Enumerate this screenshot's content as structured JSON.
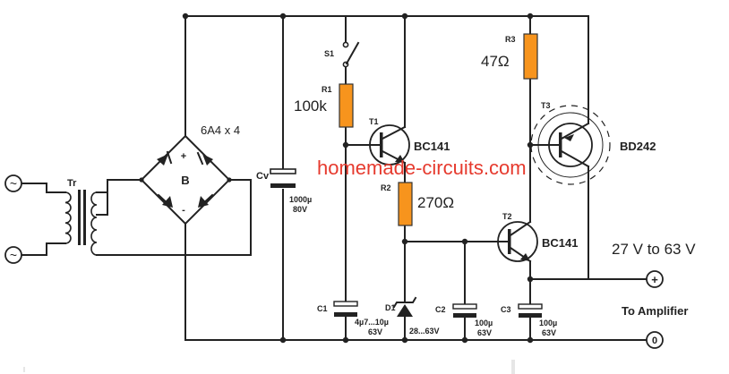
{
  "labels": {
    "transformer": "Tr",
    "bridge": "B",
    "bridge_rating": "6A4 x 4",
    "plus_sign": "+",
    "minus_sign": "-",
    "cv": "Cv",
    "cv_value": "1000µ",
    "cv_voltage": "80V",
    "s1": "S1",
    "r1": "R1",
    "r1_value": "100k",
    "t1": "T1",
    "t1_type": "BC141",
    "r2": "R2",
    "r2_value": "270Ω",
    "d1": "D1",
    "d1_value": "28...63V",
    "c1": "C1",
    "c1_value": "4µ7...10µ",
    "c1_voltage": "63V",
    "c2": "C2",
    "c2_value": "100µ",
    "c2_voltage": "63V",
    "t2": "T2",
    "t2_type": "BC141",
    "r3": "R3",
    "r3_value": "47Ω",
    "t3": "T3",
    "t3_type": "BD242",
    "c3": "C3",
    "c3_value": "100µ",
    "c3_voltage": "63V",
    "output_range": "27 V to 63 V",
    "output_note": "To Amplifier",
    "out_plus": "+",
    "out_zero": "0",
    "ac_symbol": "~"
  },
  "watermark": "homemade-circuits.com",
  "colors": {
    "resistor": "#f7941d",
    "watermark": "#e63a2e",
    "wire": "#222222"
  }
}
